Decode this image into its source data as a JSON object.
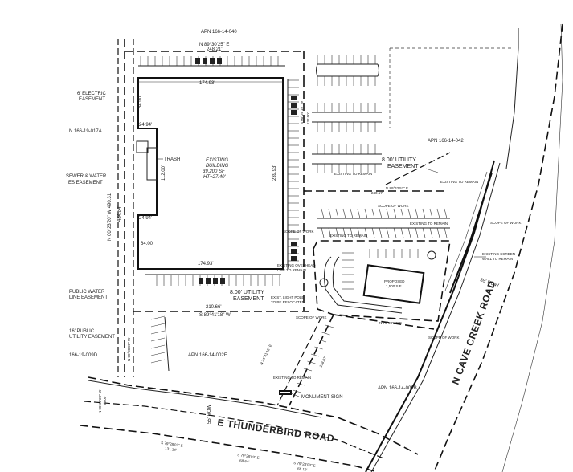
{
  "labels": {
    "apn_north": "APN 166-14-040",
    "apn_east": "APN 166-14-042",
    "apn_south": "APN 166-14-002F",
    "apn_southeast": "APN 166-14-002B",
    "apn_west1": "N 166-19-017A",
    "apn_west2": "166-19-009D",
    "bearing_north": "N 89°30'25\" E",
    "dist_north": "248.21'",
    "bldg_top": "174.93'",
    "bldg_bottom": "174.93'",
    "bldg_left_top": "64.00'",
    "bldg_left_bottom": "64.00'",
    "bldg_right": "239.93'",
    "bldg_notch_w1": "24.94'",
    "bldg_notch_w2": "24.94'",
    "bldg_notch_h": "112.00'",
    "building_line1": "EXISTING",
    "building_line2": "BUILDING",
    "building_line3": "39,200  SF",
    "building_line4": "HT=27.40'",
    "trash": "TRASH",
    "electric_easement1": "6' ELECTRIC",
    "electric_easement2": "EASEMENT",
    "sewer_easement1": "SEWER & WATER",
    "sewer_easement2": "ES EASEMENT",
    "water_easement1": "PUBLIC WATER",
    "water_easement2": "LINE EASEMENT",
    "public_util1": "16' PUBLIC",
    "public_util2": "UTILITY EASEMENT",
    "utility_easement_bottom1": "8.00' UTILITY",
    "utility_easement_bottom2": "EASEMENT",
    "utility_easement_east1": "8.00' UTILITY",
    "utility_easement_east2": "EASEMENT",
    "bearing_west": "N 00°23'20\" W   490.31'",
    "bearing_west2": "484.84'",
    "bearing_south": "S 89°41'18\" W",
    "dist_south": "210.66'",
    "bearing_mid": "N 89°42'57\" E",
    "dist_mid": "240.17'",
    "bearing_east_small": "N 79°29'57\" E",
    "bearing_diag": "N 24°41'18\" E",
    "dist_diag": "158.07'",
    "bearing_v2": "S 00°26'19\" W",
    "dist_v2": "132.00'",
    "bearing_sw": "N 00°23'20\" W",
    "dist_sw": "30.00'",
    "bearing_s1": "S 79°28'03\" E",
    "dist_s1": "131.14'",
    "bearing_s2": "S 79°28'03\" E",
    "dist_s2": "68.64'",
    "bearing_s3": "S 79°28'03\" E",
    "dist_s3": "66.19'",
    "bearing_vertical": "N 00°00'00\" W",
    "scope_work": "SCOPE OF WORK",
    "existing_remain": "EXISTING TO REMAIN",
    "existing_screen1": "EXISTING SCREEN",
    "existing_screen2": "WALL TO REMAIN",
    "existing_light1": "EXIST. LIGHT POLE",
    "existing_light2": "TO BE RELOCATED",
    "existing_overhead1": "EXISTING OVERHEAD",
    "existing_overhead2": "LINE TO REMAIN",
    "proposed": "PROPOSED",
    "proposed2": "1,500 S.F.",
    "monument": "MONUMENT SIGN",
    "road_south": "E THUNDERBIRD ROAD",
    "road_east": "N CAVE CREEK ROAD",
    "row_east": "55' ROW",
    "row_south": "55' ROW"
  }
}
